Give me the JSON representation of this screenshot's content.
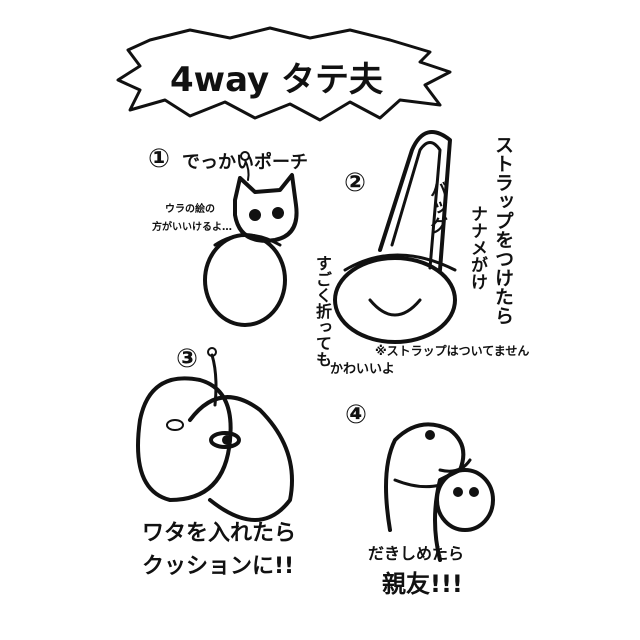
{
  "title": "4way タテ夫",
  "sections": [
    {
      "number": "①",
      "caption": "でっかいポーチ",
      "note_line1": "ウラの絵の",
      "note_line2": "方がいいけるよ…"
    },
    {
      "number": "②",
      "caption": "ストラップをつけたら",
      "caption2": "ナナメがけ",
      "bag_label": "バッグ",
      "note_vertical": "すごく折っても",
      "note2": "かわいいよ",
      "disclaimer": "※ストラップはついてません"
    },
    {
      "number": "③",
      "caption_line1": "ワタを入れたら",
      "caption_line2": "クッションに!!"
    },
    {
      "number": "④",
      "caption_line1": "だきしめたら",
      "caption_line2": "親友!!!"
    }
  ],
  "colors": {
    "ink": "#111111",
    "background": "#ffffff"
  }
}
